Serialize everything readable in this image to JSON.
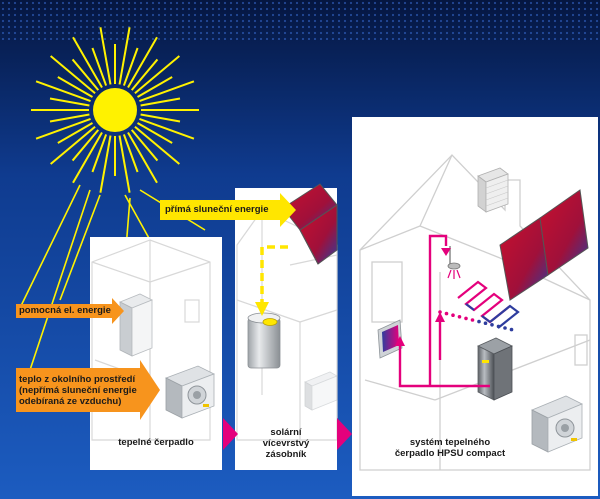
{
  "labels": {
    "direct_solar": "přímá sluneční energie",
    "aux_energy": "pomocná el. energie",
    "ambient_heat": "teplo z okolního prostředí\n(nepřímá sluneční energie\nodebíraná ze vzduchu)",
    "heat_pump": "tepelné čerpadlo",
    "storage": "solární\nvícevrstvý\nzásobník",
    "system": "systém tepelného\nčerpadlo HPSU compact"
  },
  "colors": {
    "background_top": "#061a4a",
    "background_bottom": "#1a56b8",
    "sun": "#fff200",
    "arrow_yellow": "#ffe600",
    "arrow_orange": "#f7941d",
    "arrow_magenta": "#e4007c",
    "panel": "#ffffff",
    "solar_red": "#c8102e",
    "solar_blue": "#2e3d9e"
  }
}
